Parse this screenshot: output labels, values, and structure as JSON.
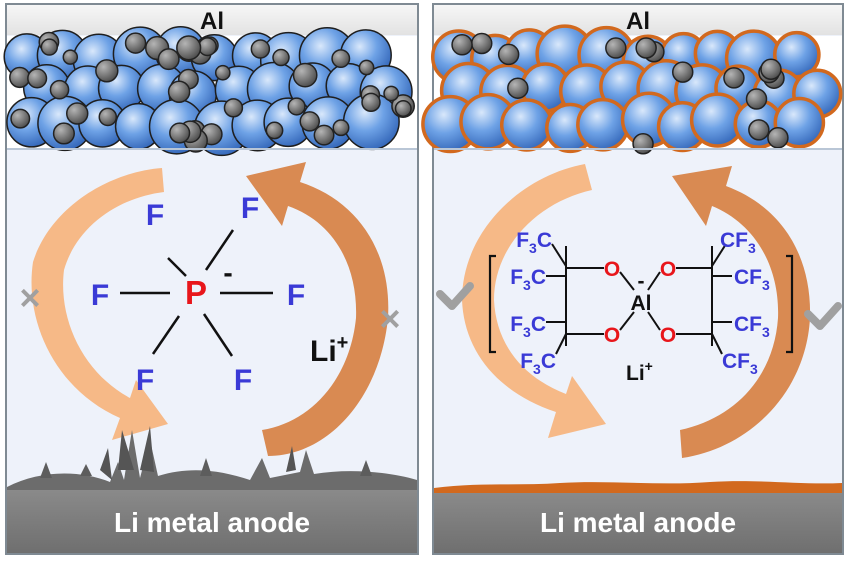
{
  "panels": [
    {
      "collector_label": "Al",
      "anode_label": "Li metal anode",
      "cycle_status_icon": "cross-icon",
      "cathode_style": "uncoated",
      "anode_surface": "dendrites",
      "salt": {
        "center": "P",
        "charge": "-",
        "ligand": "F",
        "cation": "Li",
        "cation_charge": "+"
      }
    },
    {
      "collector_label": "Al",
      "anode_label": "Li metal anode",
      "cycle_status_icon": "check-icon",
      "cathode_style": "coated",
      "anode_surface": "smooth-film",
      "salt": {
        "center": "Al",
        "charge": "-",
        "oxygen": "O",
        "carbon": "C",
        "fluorine": "F",
        "subscript": "3",
        "cation": "Li",
        "cation_charge": "+"
      }
    }
  ],
  "colors": {
    "frame": "#7f8a93",
    "background": "#eef2fa",
    "collector": "#eeeeee",
    "anode": "#808080",
    "particle": "#4a86d6",
    "particle_coating": "#d2691e",
    "carbon": "#555555",
    "arrow_light": "#f6b987",
    "arrow_dark": "#d98a52",
    "fluorine_blue": "#3a3ad6",
    "phosphorus_red": "#e8161b",
    "oxygen_red": "#e8161b",
    "marker_gray": "#a0a0a0"
  }
}
